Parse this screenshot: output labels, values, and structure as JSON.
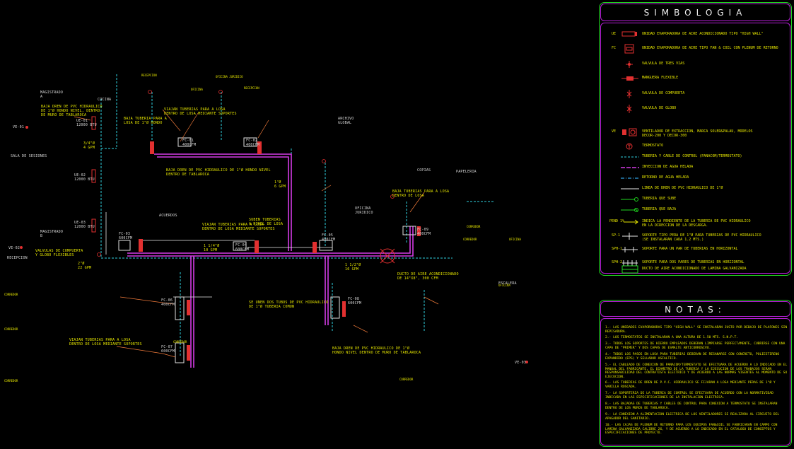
{
  "simbologia": {
    "title": "SIMBOLOGIA",
    "items": [
      {
        "code": "UE",
        "text": "UNIDAD EVAPORADORA DE AIRE ACONDICIONADO TIPO \"HIGH WALL\"",
        "symbol": "high-wall-unit"
      },
      {
        "code": "FC",
        "text": "UNIDAD EVAPORADORA DE AIRE TIPO FAN & COIL CON PLENUM DE RETORNO",
        "symbol": "fan-coil-unit"
      },
      {
        "code": "",
        "text": "VALVULA DE TRES VIAS",
        "symbol": "three-way-valve"
      },
      {
        "code": "",
        "text": "MANGUERA FLEXIBLE",
        "symbol": "flexible-hose"
      },
      {
        "code": "",
        "text": "VALVULA DE COMPUERTA",
        "symbol": "gate-valve"
      },
      {
        "code": "",
        "text": "VALVULA DE GLOBO",
        "symbol": "globe-valve"
      },
      {
        "code": "VE",
        "text": "VENTILADOR DE EXTRACCION, MARCA SOLER&PALAU, MODELOS\nDECOR-200 Y DECOR-300",
        "symbol": "extraction-fan"
      },
      {
        "code": "",
        "text": "TERMOSTATO",
        "symbol": "thermostat"
      },
      {
        "code": "",
        "text": "TUBERIA Y CABLE DE CONTROL (PANACOM/TERMOSTATO)",
        "symbol": "control-line"
      },
      {
        "code": "",
        "text": "INYECCION DE AGUA HELADA",
        "symbol": "supply-line"
      },
      {
        "code": "",
        "text": "RETORNO DE AGUA HELADA",
        "symbol": "return-line"
      },
      {
        "code": "",
        "text": "LINEA DE DREN DE PVC HIDRAULICO DE 1\"Ø",
        "symbol": "drain-line"
      },
      {
        "code": "",
        "text": "TUBERIA QUE SUBE",
        "symbol": "pipe-up"
      },
      {
        "code": "",
        "text": "TUBERIA QUE BAJA",
        "symbol": "pipe-down"
      },
      {
        "code": "PEND 1%",
        "text": "INDICA LA PENDIENTE DE LA TUBERIA DE PVC HIDRAULICO\nEN LA DIRECCION DE LA DESCARGA.",
        "symbol": "slope"
      },
      {
        "code": "SP-1",
        "text": "SOPORTE TIPO PERA DE 1\"Ø PARA TUBERIAS DE PVC HIDRAULICO\n(SE INSTALARAN CADA 1.2 MTS.)",
        "symbol": "support-1"
      },
      {
        "code": "SPH-1",
        "text": "SOPORTE PARA UN PAR DE TUBERIAS EN HORIZONTAL",
        "symbol": "support-2"
      },
      {
        "code": "SPH-2",
        "text": "SOPORTE PARA DOS PARES DE TUBERIAS EN HORIZONTAL",
        "symbol": "support-3"
      },
      {
        "code": "",
        "text": "DUCTO DE AIRE ACONDICIONADO DE LAMINA GALVANIZADA",
        "symbol": "duct"
      }
    ]
  },
  "notas": {
    "title": "NOTAS:",
    "items": [
      "1.- LAS UNIDADES EVAPORADORAS TIPO \"HIGH WALL\" SE INSTALARAN JUSTO POR DEBAJO DE PLAFONES SIN REPISADURA.",
      "2.- LOS TERMOSTATOS SE INSTALARAN A UNA ALTURA DE 1.50 MTS. S.N.P.T.",
      "3.- TODOS LOS SOPORTES DE HIERRO EMPLEADOS DEBERAN LIMPIARSE PERFECTAMENTE, CUBRIRSE CON UNA CAPA DE \"PRIMER\" Y DOS CAPAS DE ESMALTE ANTICORROSIVO.",
      "4.- TODOS LOS PASOS EN LOSA PARA TUBERIAS DEBERAN DE RESANARSE CON CONCRETO, POLIESTIRENO EXPANDIDO (EPS) Y SELLADOR ASFALTICO.",
      "5.- EL CABLEADO DE CONEXION DE PANACOM/TERMOSTATO SE EFECTUARA DE ACUERDO A LO INDICADO EN EL MANUAL DEL FABRICANTE, EL DIAMETRO DE LA TUBERIA Y LA EJECUCION DE LOS TRABAJOS SERAN RESPONSABILIDAD DEL CONTRATISTA ELECTRICO Y DE ACUERDO A LAS NORMAS VIGENTES AL MOMENTO DE SU EJECUCION.",
      "6.- LAS TUBERIAS DE DREN DE P.V.C. HIDRAULICO SE FIJARAN A LOSA MEDIANTE PERAS DE 1\"Ø Y VARILLA ROSCADA.",
      "7.- LA SOPORTERIA DE LA TUBERIA DE CONTROL SE EFECTUARA DE ACUERDO CON LA NORMATIVIDAD INDICADA EN LAS ESPECIFICACIONES DE LA INSTALACION ELECTRICA.",
      "8.- LAS BAJADAS DE TUBERIAS Y CABLES DE CONTROL PARA CONEXION A TERMOSTATO SE INSTALARAN DENTRO DE LOS MUROS DE TABLAROCA.",
      "9.- LA CONEXION A ALIMENTACION ELECTRICA DE LOS VENTILADORES SE REALIZARA AL CIRCUITO DEL APAGADOR DEL SANITARIO.",
      "10.- LAS CAJAS DE PLENUM DE RETORNO PARA LOS EQUIPOS FAN&COIL SE FABRICARAN EN CAMPO CON LAMINA GALVANIZADA CALIBRE 26, Y DE ACUERDO A LO INDICADO EN EL CATALOGO DE CONCEPTOS Y ESPECIFICACIONES DE PROYECTO."
    ]
  },
  "plan": {
    "rooms": [
      {
        "id": "r1",
        "text": "MAGISTRADO\nA"
      },
      {
        "id": "r2",
        "text": "SALA DE SESIONES"
      },
      {
        "id": "r3",
        "text": "MAGISTRADO\nB"
      },
      {
        "id": "r4",
        "text": "ACUERDOS"
      },
      {
        "id": "r5",
        "text": "ARCHIVO\nGLOBAL"
      },
      {
        "id": "r6",
        "text": "COCINA"
      },
      {
        "id": "r7",
        "text": "OFICINA\nJURIDICO"
      },
      {
        "id": "r8",
        "text": "PAPELERIA"
      },
      {
        "id": "r9",
        "text": "COPIAS"
      },
      {
        "id": "r10",
        "text": "RECEPCION"
      },
      {
        "id": "r11",
        "text": "ESCALERA"
      }
    ],
    "units": [
      {
        "id": "u1",
        "text": "FC-01\n400CFM"
      },
      {
        "id": "u2",
        "text": "FC-02\n400CFM"
      },
      {
        "id": "u3",
        "text": "FC-03\n600CFM"
      },
      {
        "id": "u4",
        "text": "FC-04\n600CFM"
      },
      {
        "id": "u5",
        "text": "FC-05\n400CFM"
      },
      {
        "id": "u6",
        "text": "FC-06\n400CFM"
      },
      {
        "id": "u7",
        "text": "FC-07\n600CFM"
      },
      {
        "id": "u8",
        "text": "FC-08\n600CFM"
      },
      {
        "id": "u9",
        "text": "FC-09\n400CFM"
      },
      {
        "id": "u10",
        "text": "UE-01\n12000 BTU"
      },
      {
        "id": "u11",
        "text": "UE-02\n12000 BTU"
      },
      {
        "id": "u12",
        "text": "UE-03\n12000 BTU"
      },
      {
        "id": "u13",
        "text": "VE-01"
      },
      {
        "id": "u14",
        "text": "VE-02"
      },
      {
        "id": "u15",
        "text": "VE-03"
      }
    ],
    "notes": [
      {
        "id": "n1",
        "text": "BAJA DREN DE PVC HIDRAULICO\nDE 1\"Ø HONDO NIVEL, DENTRO\nDE MURO DE TABLAROCA"
      },
      {
        "id": "n2",
        "text": "VALVULAS DE COMPUERTA\nY GLOBO FLEXIBLES"
      },
      {
        "id": "n3",
        "text": "VIAJAN TUBERIAS PARA A LOSA\nDENTRO DE LOSA MEDIANTE SOPORTES"
      },
      {
        "id": "n4",
        "text": "BAJA TUBERIA PARA A\nLOSA DE 1\"Ø HONDO"
      },
      {
        "id": "n5",
        "text": "BAJA DREN DE PVC HIDRAULICO DE 1\"Ø HONDO NIVEL\nDENTRO DE TABLAROCA"
      },
      {
        "id": "n6",
        "text": "VIAJAN TUBERIAS PARA A LOSA\nDENTRO DE LOSA MEDIANTE SOPORTES"
      },
      {
        "id": "n7",
        "text": "SUBEN TUBERIAS\nA NIVEL DE LOSA"
      },
      {
        "id": "n8",
        "text": "DUCTO DE AIRE ACONDICIONADO\nDE 14\"X8\", 300 CFM"
      },
      {
        "id": "n9",
        "text": "BAJA TUBERIAS PARA A LOSA\nDENTRO DE LOSA"
      },
      {
        "id": "n10",
        "text": "BAJA DREN DE PVC HIDRAULICO DE 1\"Ø\nHONDO NIVEL DENTRO DE MURO DE TABLAROCA"
      },
      {
        "id": "n11",
        "text": "VIAJAN TUBERIAS PARA A LOSA\nDENTRO DE LOSA MEDIANTE SOPORTES"
      },
      {
        "id": "n12",
        "text": "SE UNEN DOS TUBOS DE PVC HIDRAULICO\nDE 1\"Ø TUBERIA COMUN"
      }
    ],
    "flows": [
      "3/4\"Ø\n4 GPM",
      "1\"Ø\n6 GPM",
      "1 1/4\"Ø\n10 GPM",
      "1 1/2\"Ø\n16 GPM",
      "2\"Ø\n22 GPM"
    ]
  }
}
